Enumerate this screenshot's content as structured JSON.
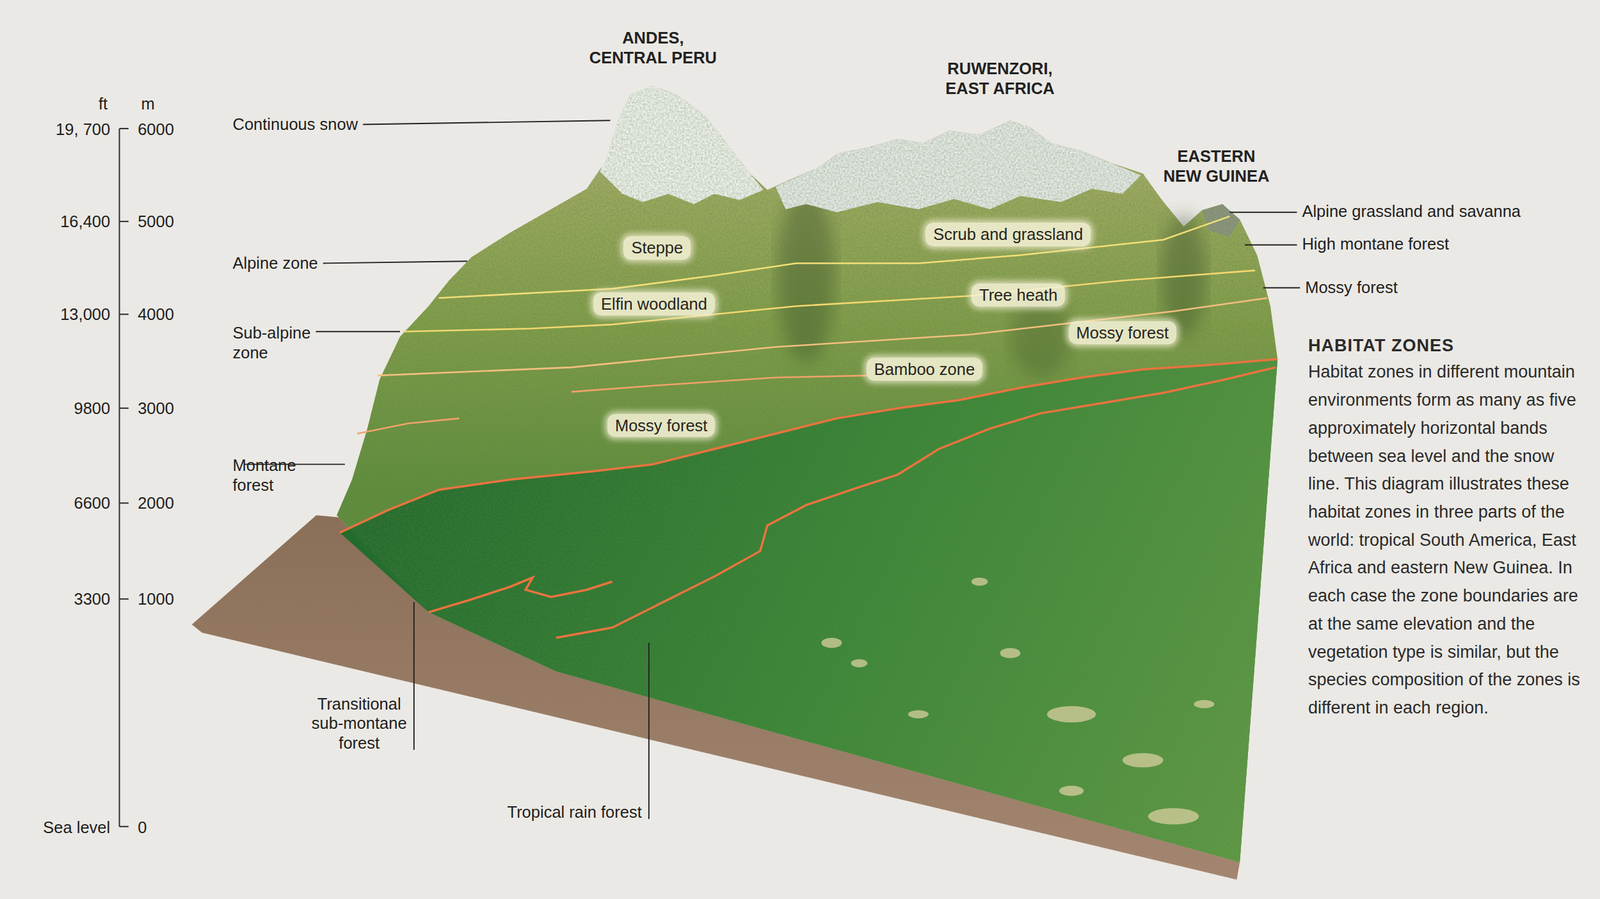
{
  "diagram": {
    "title": "HABITAT ZONES",
    "caption": "Habitat zones in different mountain environments form as many as five approximately horizontal bands between sea level and the snow line. This diagram illustrates these habitat zones in three parts of the world: tropical South America, East Africa and eastern New Guinea. In each case the zone boundaries are at the same elevation and the vegetation type is similar, but the species composition of the zones is different in each region.",
    "labels": [
      "ft",
      "m",
      "19, 700",
      "6000",
      "16,400",
      "5000",
      "13,000",
      "4000",
      "9800",
      "3000",
      "6600",
      "2000",
      "3300",
      "1000",
      "Sea level",
      "0",
      "Continuous snow",
      "Alpine zone",
      "Sub-alpine zone",
      "Montane forest",
      "Transitional sub-montane forest",
      "Tropical rain forest",
      "ANDES, CENTRAL PERU",
      "RUWENZORI, EAST AFRICA",
      "EASTERN NEW GUINEA",
      "Steppe",
      "Elfin woodland",
      "Mossy forest",
      "Scrub and grassland",
      "Tree heath",
      "Bamboo zone",
      "Mossy forest",
      "Alpine grassland and savanna",
      "High montane forest",
      "Mossy forest"
    ]
  }
}
